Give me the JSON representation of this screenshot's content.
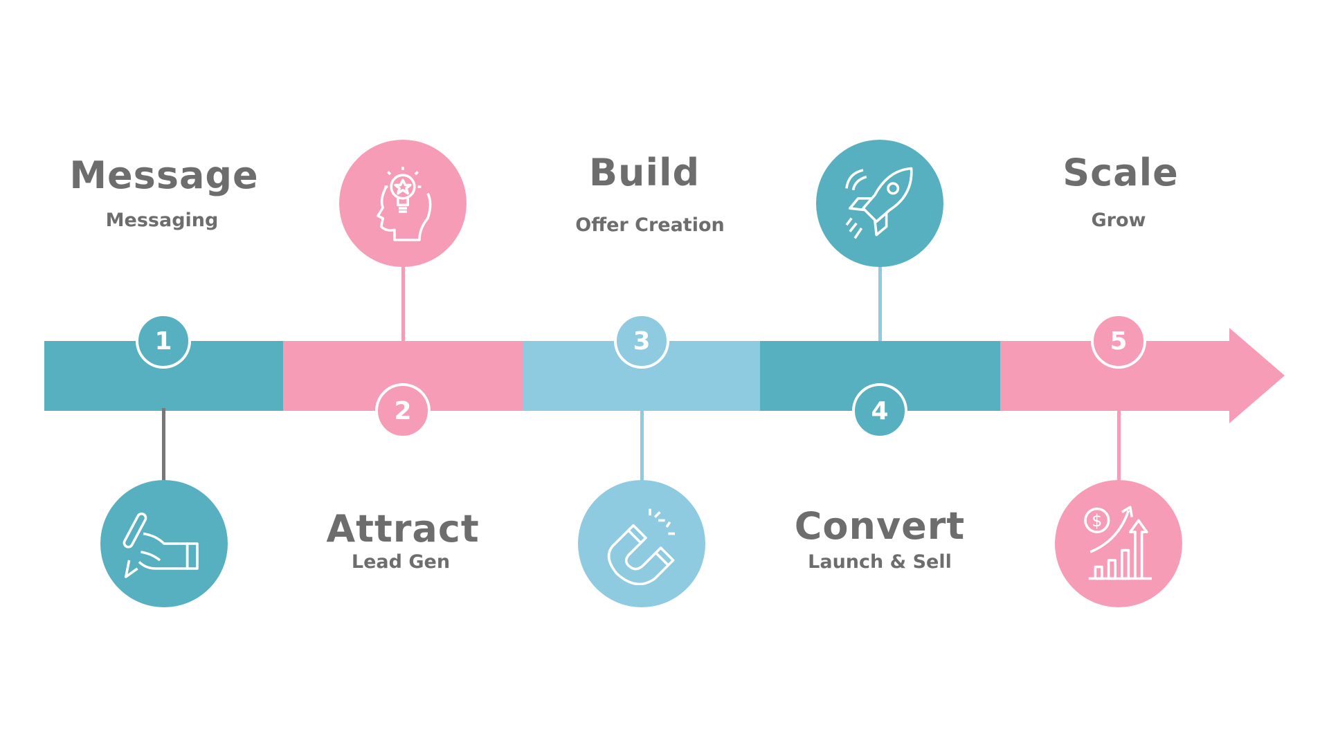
{
  "colors": {
    "teal": "#56b0bf",
    "pink": "#f79cb6",
    "light_blue": "#8ecae0",
    "text": "#6d6d6d",
    "connector_gray": "#777777"
  },
  "steps": [
    {
      "number": "1",
      "title": "Message",
      "subtitle": "Messaging",
      "icon": "hand-writing-icon"
    },
    {
      "number": "2",
      "title": "Attract",
      "subtitle": "Lead Gen",
      "icon": "head-lightbulb-icon"
    },
    {
      "number": "3",
      "title": "Build",
      "subtitle": "Offer Creation",
      "icon": "magnet-icon"
    },
    {
      "number": "4",
      "title": "Convert",
      "subtitle": "Launch & Sell",
      "icon": "rocket-icon"
    },
    {
      "number": "5",
      "title": "Scale",
      "subtitle": "Grow",
      "icon": "growth-chart-dollar-icon"
    }
  ]
}
